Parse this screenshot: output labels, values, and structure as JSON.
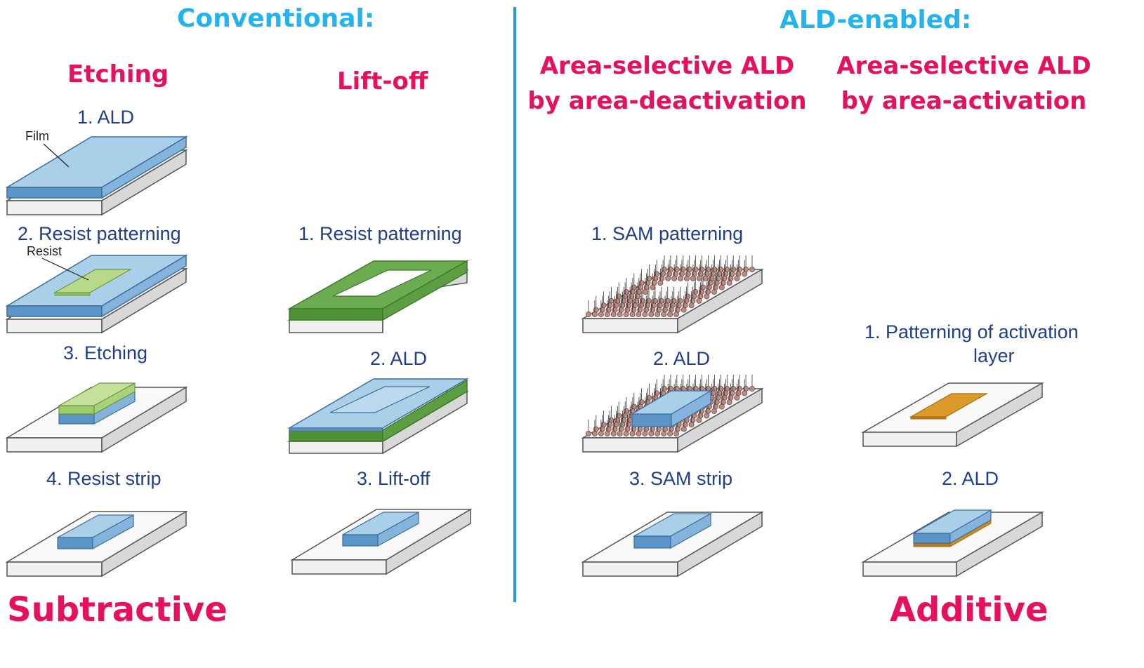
{
  "headings": {
    "conventional": "Conventional:",
    "ald_enabled": "ALD-enabled:"
  },
  "columns": {
    "etching": "Etching",
    "liftoff": "Lift-off",
    "deactivation": [
      "Area-selective ALD",
      "by area-deactivation"
    ],
    "activation": [
      "Area-selective ALD",
      "by area-activation"
    ]
  },
  "steps": {
    "etching": [
      "1. ALD",
      "2. Resist patterning",
      "3. Etching",
      "4. Resist strip"
    ],
    "liftoff": [
      "1. Resist patterning",
      "2. ALD",
      "3. Lift-off"
    ],
    "deactivation": [
      "1. SAM patterning",
      "2. ALD",
      "3. SAM strip"
    ],
    "activation": [
      "1. Patterning of activation",
      "layer",
      "2. ALD"
    ]
  },
  "labels": {
    "film": "Film",
    "resist": "Resist"
  },
  "footer": {
    "subtractive": "Subtractive",
    "additive": "Additive"
  },
  "colors": {
    "heading_blue": "#22b4ea",
    "title_pink": "#e5115f",
    "step_navy": "#1f3f8a",
    "film_blue": "#a9cfe9",
    "resist_green": "#b8d98a",
    "green_layer": "#6cac50",
    "activation_orange": "#dc9a2a",
    "sam_molecule": "#b98b83",
    "divider": "#1f9ad9"
  }
}
